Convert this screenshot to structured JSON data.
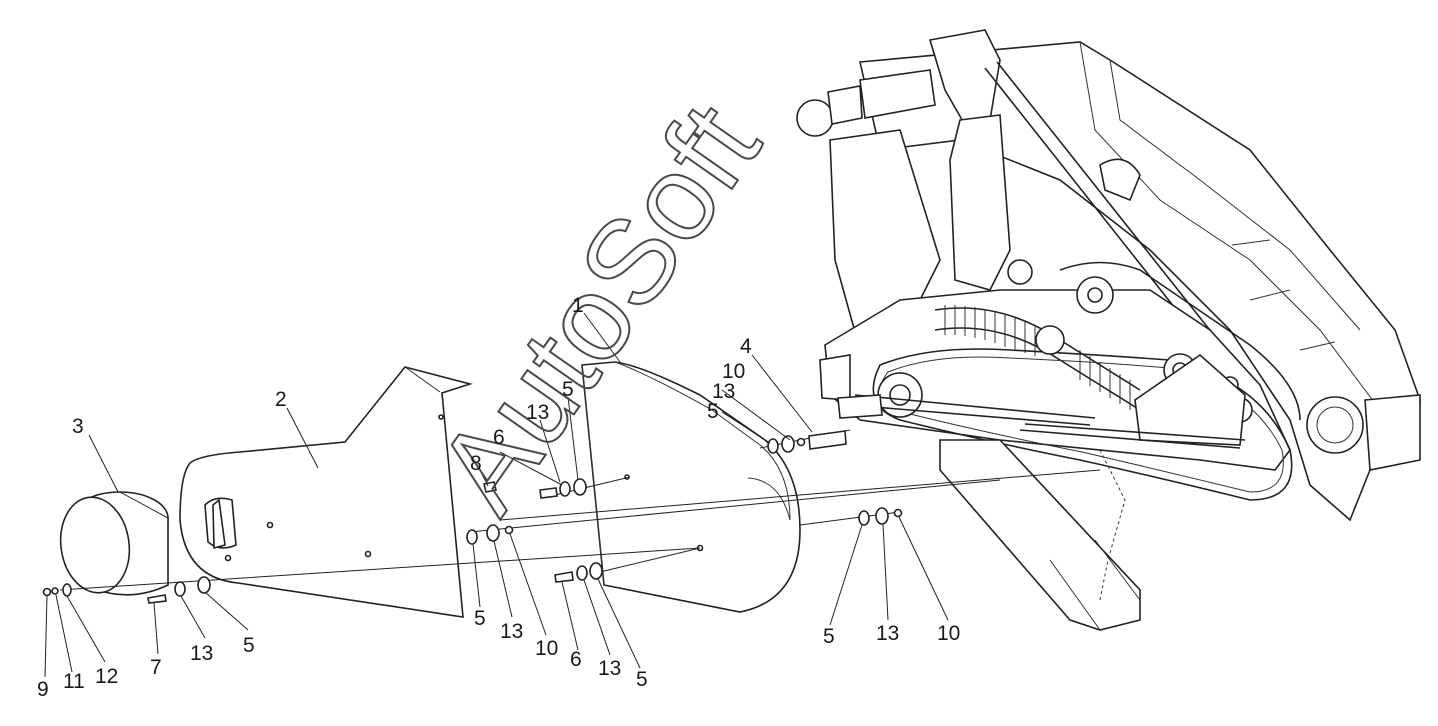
{
  "watermark": "AutoSoft",
  "callouts": [
    {
      "id": "c1",
      "text": "1"
    },
    {
      "id": "c2",
      "text": "2"
    },
    {
      "id": "c3",
      "text": "3"
    },
    {
      "id": "c4",
      "text": "4"
    },
    {
      "id": "c10a",
      "text": "10"
    },
    {
      "id": "c13a",
      "text": "13"
    },
    {
      "id": "c5a",
      "text": "5"
    },
    {
      "id": "c5b",
      "text": "5"
    },
    {
      "id": "c13b",
      "text": "13"
    },
    {
      "id": "c6a",
      "text": "6"
    },
    {
      "id": "c8",
      "text": "8"
    },
    {
      "id": "c9",
      "text": "9"
    },
    {
      "id": "c11",
      "text": "11"
    },
    {
      "id": "c12",
      "text": "12"
    },
    {
      "id": "c7",
      "text": "7"
    },
    {
      "id": "c13c",
      "text": "13"
    },
    {
      "id": "c5c",
      "text": "5"
    },
    {
      "id": "c5d",
      "text": "5"
    },
    {
      "id": "c13d",
      "text": "13"
    },
    {
      "id": "c10b",
      "text": "10"
    },
    {
      "id": "c6b",
      "text": "6"
    },
    {
      "id": "c13e",
      "text": "13"
    },
    {
      "id": "c5e",
      "text": "5"
    },
    {
      "id": "c5f",
      "text": "5"
    },
    {
      "id": "c13f",
      "text": "13"
    },
    {
      "id": "c10c",
      "text": "10"
    }
  ]
}
